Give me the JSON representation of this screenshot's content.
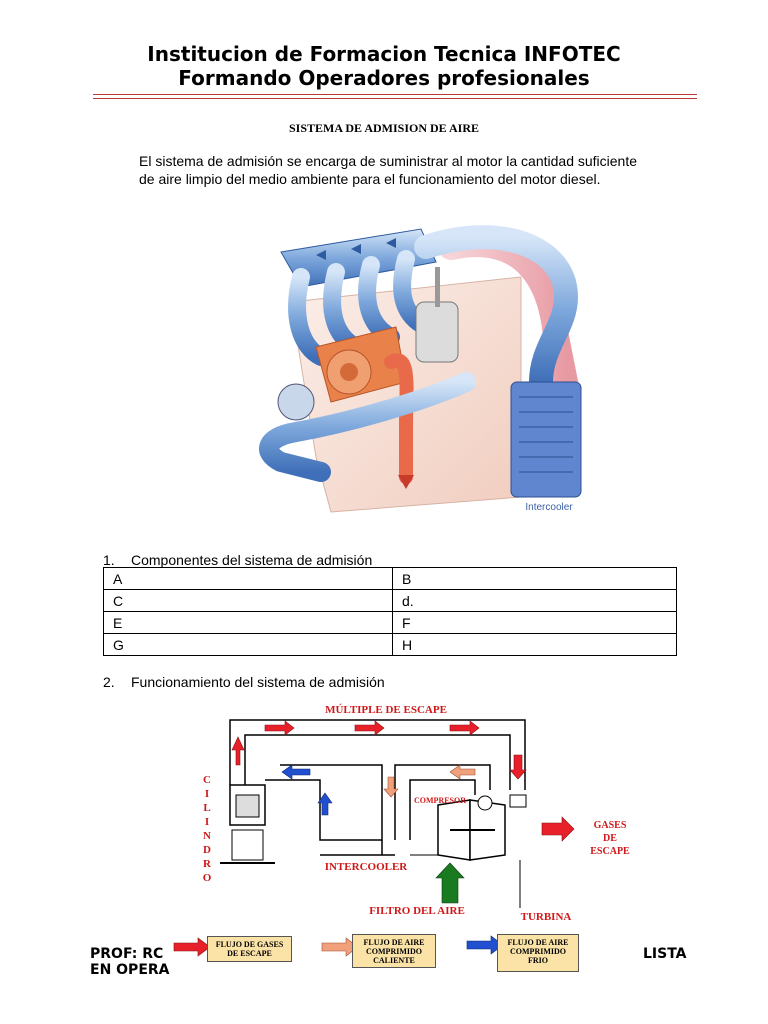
{
  "header": {
    "line1": "Institucion de Formacion Tecnica INFOTEC",
    "line2": "Formando Operadores profesionales"
  },
  "section_title": "SISTEMA DE ADMISION DE AIRE",
  "intro_line1": "El sistema de admisión se encarga de suministrar al motor la cantidad suficiente",
  "intro_line2": "de aire limpio  del  medio ambiente para el funcionamiento del motor diesel.",
  "figure1": {
    "label": "Intercooler"
  },
  "item1": {
    "number": "1.",
    "text": "Componentes del sistema de admisión"
  },
  "components_table": [
    [
      "A",
      "B"
    ],
    [
      "C",
      "d."
    ],
    [
      "E",
      "F"
    ],
    [
      "G",
      "H"
    ]
  ],
  "item2": {
    "number": "2.",
    "text": "Funcionamiento del sistema de admisión"
  },
  "diagram": {
    "exhaust_manifold": "MÚLTIPLE  DE  ESCAPE",
    "cylinder_letters": [
      "C",
      "I",
      "L",
      "I",
      "N",
      "D",
      "R",
      "O"
    ],
    "compressor": "COMPRESOR",
    "exhaust_gases": [
      "GASES",
      "DE",
      "ESCAPE"
    ],
    "intercooler": "INTERCOOLER",
    "air_filter": "FILTRO DEL AIRE",
    "turbine": "TURBINA"
  },
  "legend": {
    "exhaust_flow": [
      "FLUJO DE GASES",
      "DE ESCAPE"
    ],
    "hot_air": [
      "FLUJO DE AIRE",
      "COMPRIMIDO",
      "CALIENTE"
    ],
    "cold_air": [
      "FLUJO DE AIRE",
      "COMPRIMIDO",
      "FRIO"
    ]
  },
  "footer": {
    "left_line1": "PROF: RC",
    "right_line1": "LISTA",
    "left_line2": "EN OPERA"
  },
  "colors": {
    "exhaust": "#e8202a",
    "hot_air": "#f0a07a",
    "cold_air": "#2050d0",
    "filter": "#1a7a20",
    "diagram_text": "#d01818"
  }
}
